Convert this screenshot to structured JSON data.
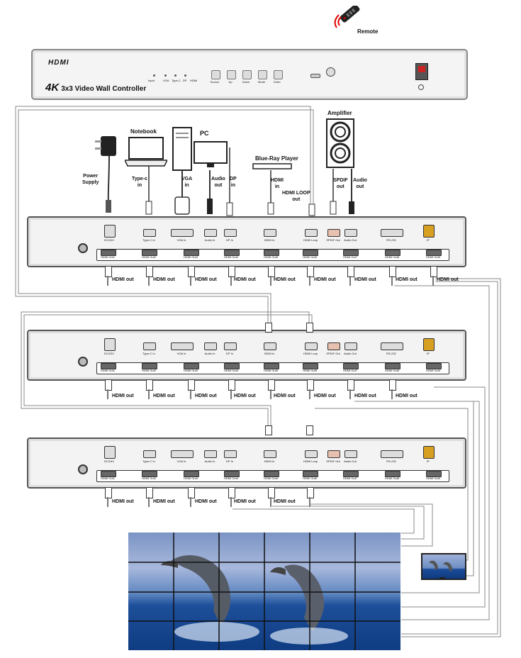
{
  "remote": {
    "label": "Remote"
  },
  "controller": {
    "logo": "HDMI",
    "title_4k": "4K",
    "title_text": "3x3 Video Wall Controller",
    "buttons": [
      "Source",
      "Up",
      "Down",
      "Mode",
      "Enter"
    ],
    "leds": [
      "Input",
      "VGA",
      "Type-C",
      "DP",
      "HDMI"
    ]
  },
  "sources": {
    "notebook": "Notebook",
    "pc": "PC",
    "power_supply": "Power\nSupply",
    "typec_in": "Type-c\nin",
    "vga_in": "VGA\nin",
    "audio_out": "Audio\nout",
    "dp_in": "DP\nin",
    "bluray": "Blue-Ray Player",
    "hdmi_in": "HDMI\nin",
    "hdmi_loop_out": "HDMI LOOP\nout",
    "amplifier": "Amplifier",
    "spdif_out": "SPDIF\nout",
    "audio_out2": "Audio\nout"
  },
  "unit_ports": {
    "top": [
      "DC/24V",
      "Type-C In",
      "VGA In",
      "Audio In",
      "DP In",
      "HDMI In",
      "HDMI Loop",
      "SPDIF Out",
      "Audio Out",
      "RS-232",
      "IP"
    ],
    "outs": [
      "HDMI Out1",
      "HDMI Out2",
      "HDMI Out3",
      "HDMI Out4",
      "HDMI Out5",
      "HDMI Out6",
      "HDMI Out7",
      "HDMI Out8",
      "HDMI Out9"
    ]
  },
  "hdmi_out_label": "HDMI out"
}
